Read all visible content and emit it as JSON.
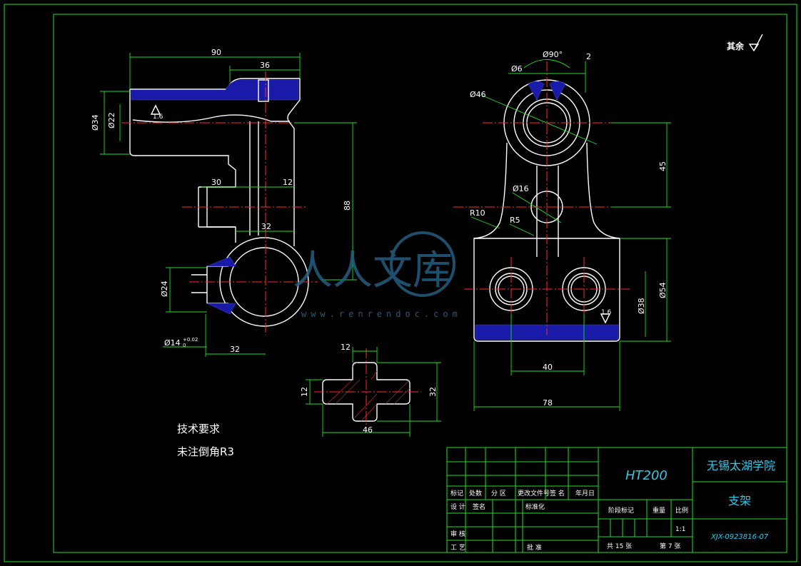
{
  "drawing": {
    "surface_note": "其余",
    "roughness_value": "1.6",
    "tech_requirements_title": "技术要求",
    "tech_requirements_text": "未注倒角R3",
    "colors": {
      "background": "#000000",
      "outline": "#ffffff",
      "centerline": "#ff2a2a",
      "dimension": "#22e022",
      "hatch": "#1a1aa8",
      "title_text": "#35c6e6"
    },
    "left_view": {
      "dims": {
        "d90": "90",
        "d36": "36",
        "dia34": "Ø34",
        "dia22": "Ø22",
        "d88": "88",
        "d30": "30",
        "d12": "12",
        "d32_mid": "32",
        "dia24": "Ø24",
        "dia14": "Ø14",
        "dia14_tol": "+0.02",
        "dia14_tol0": "0",
        "d32_bottom": "32"
      }
    },
    "right_view": {
      "dims": {
        "angle90": "Ø90°",
        "d2": "2",
        "dia6": "Ø6",
        "dia46": "Ø46",
        "d45": "45",
        "dia16": "Ø16",
        "r10": "R10",
        "r5": "R5",
        "dia54": "Ø54",
        "dia38": "Ø38",
        "d40": "40",
        "d78": "78"
      }
    },
    "section_view": {
      "dims": {
        "d12_top": "12",
        "d12_side": "12",
        "d32": "32",
        "d46": "46"
      }
    },
    "watermark": {
      "chars": "人人文库",
      "url": "www.renrendoc.com"
    }
  },
  "title_block": {
    "school": "无锡太湖学院",
    "part_name": "支架",
    "material": "HT200",
    "drawing_no": "XJX-0923816-07",
    "header_cells": [
      "标记",
      "处数",
      "分 区",
      "更改文件号",
      "签 名",
      "年月日"
    ],
    "design": "设 计",
    "standardize": "标准化",
    "signature_mark": "签名",
    "check": "审 核",
    "process": "工 艺",
    "approve": "批 准",
    "stage_mark": "阶段标记",
    "weight": "重量",
    "scale": "比例",
    "scale_value": "1:1",
    "total_sheets": "共 15 张",
    "sheet_no": "第 7 张"
  }
}
